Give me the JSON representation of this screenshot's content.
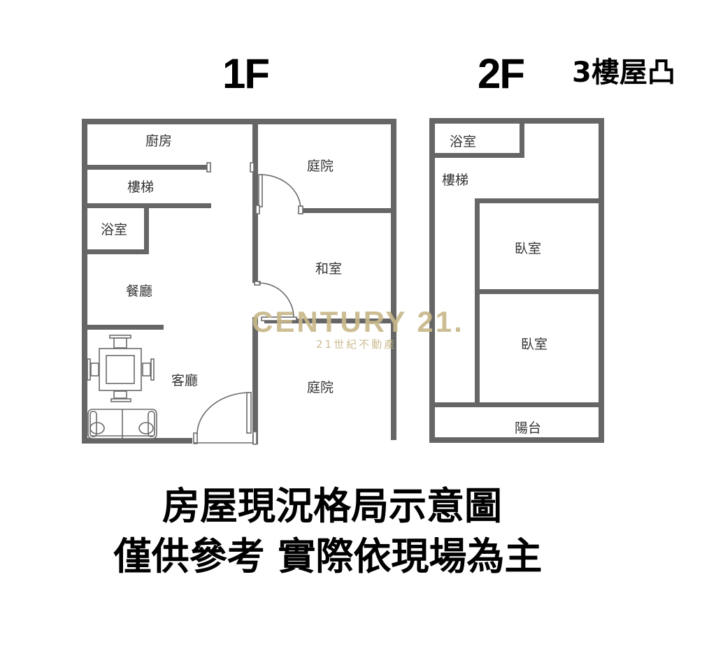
{
  "headers": {
    "floor_1": "1F",
    "floor_2": "2F",
    "floor_3_note": "3樓屋凸"
  },
  "floor_1": {
    "rooms": {
      "kitchen": "廚房",
      "stairs": "樓梯",
      "bathroom": "浴室",
      "dining_room": "餐廳",
      "living_room": "客廳",
      "courtyard_top": "庭院",
      "japanese_room": "和室",
      "courtyard_bottom": "庭院"
    },
    "furniture": [
      "dining-table-with-4-chairs",
      "two-seat-sofa"
    ],
    "doors": [
      "courtyard-door",
      "japanese-room-door",
      "main-entrance-door"
    ]
  },
  "floor_2": {
    "rooms": {
      "bathroom": "浴室",
      "stairs": "樓梯",
      "bedroom_1": "臥室",
      "bedroom_2": "臥室",
      "balcony": "陽台"
    }
  },
  "watermark": {
    "brand": "CENTURY 21.",
    "subtitle": "21世紀不動產",
    "color": "#c8b88a"
  },
  "caption": {
    "line_1": "房屋現況格局示意圖",
    "line_2": "僅供參考 實際依現場為主"
  },
  "colors": {
    "wall": "#666666",
    "text": "#333333",
    "background": "#ffffff"
  }
}
